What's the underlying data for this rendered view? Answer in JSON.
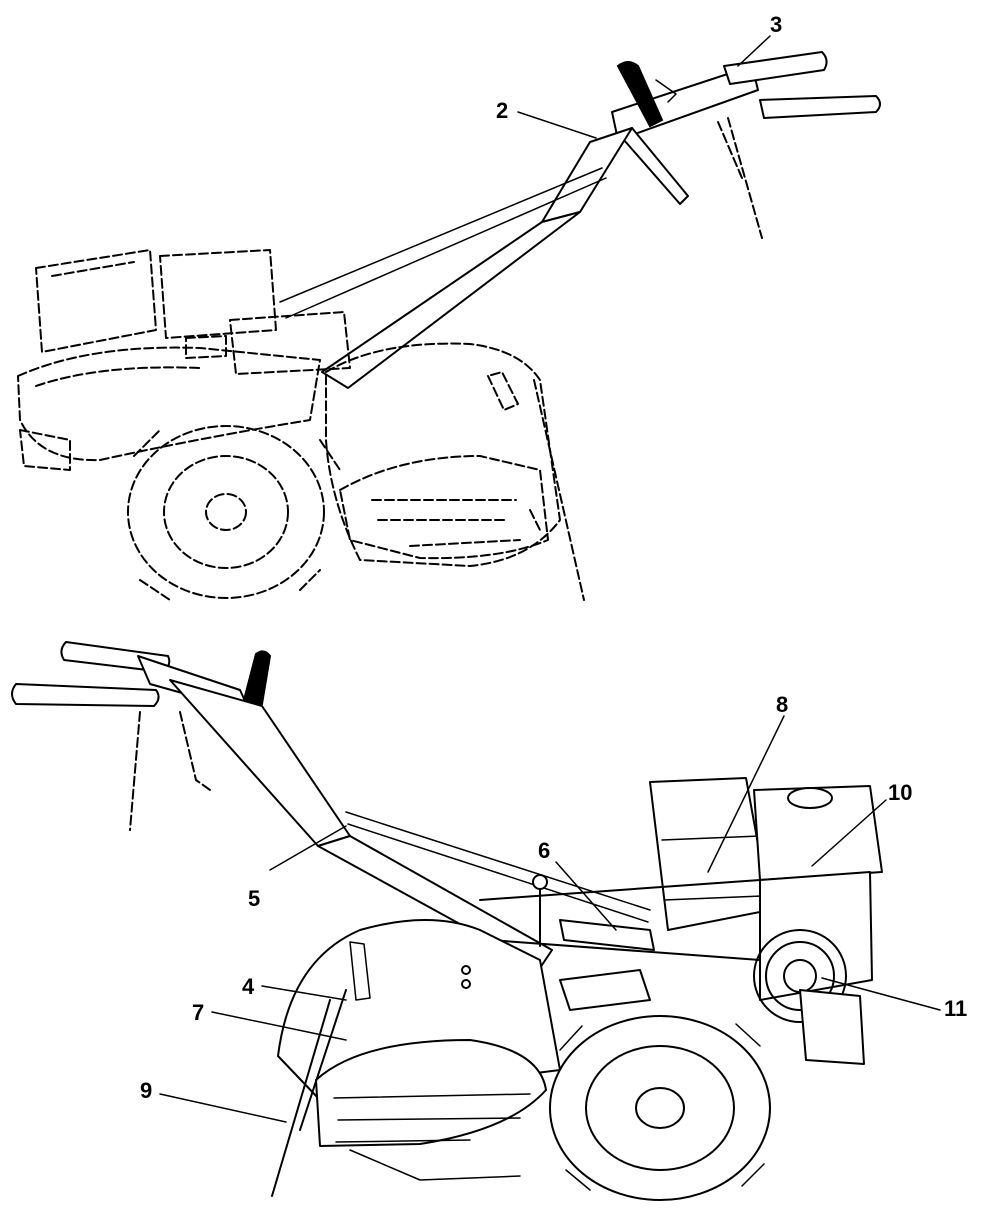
{
  "callouts": {
    "c2": "2",
    "c3": "3",
    "c4": "4",
    "c5": "5",
    "c6": "6",
    "c7": "7",
    "c8": "8",
    "c9": "9",
    "c10": "10",
    "c11": "11"
  },
  "colors": {
    "line": "#000000",
    "background": "#ffffff"
  }
}
